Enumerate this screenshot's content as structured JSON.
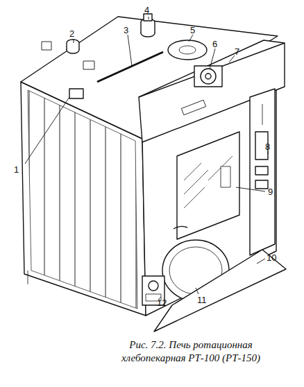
{
  "diagram": {
    "caption": "Рис. 7.2. Печь ротационная хлебопекарная РТ-100 (РТ-150)",
    "labels": [
      "1",
      "2",
      "3",
      "4",
      "5",
      "6",
      "7",
      "8",
      "9",
      "10",
      "11",
      "12"
    ]
  }
}
